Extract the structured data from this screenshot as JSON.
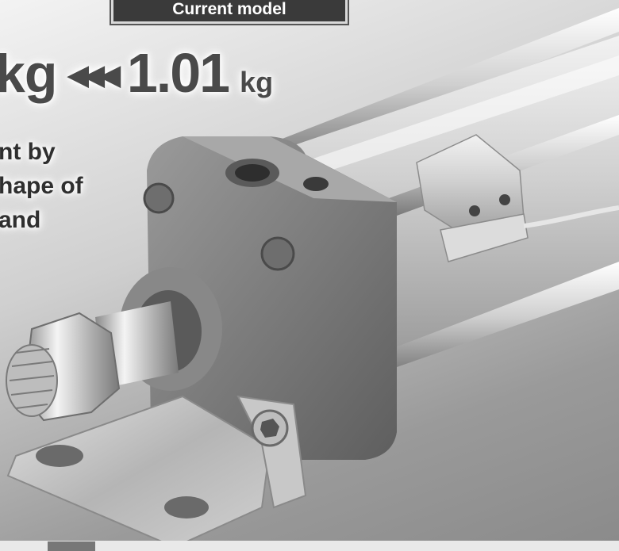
{
  "header": {
    "badge_label": "Current model"
  },
  "weight": {
    "previous_unit_fragment": "kg",
    "arrows": "◀◀◀",
    "current_value": "1.01",
    "current_unit": "kg"
  },
  "description": {
    "line1": "nt by",
    "line2": "hape of",
    "line3": "and"
  }
}
